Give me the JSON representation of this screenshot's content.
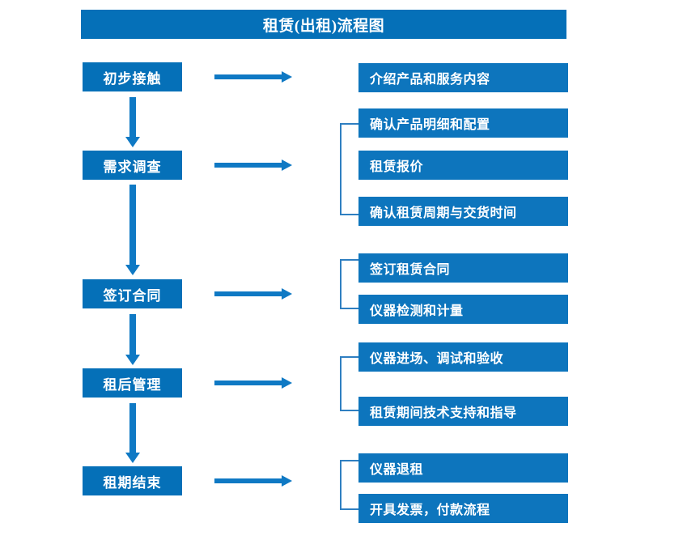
{
  "title": "租赁(出租)流程图",
  "colors": {
    "box_fill": "#0570b8",
    "detail_fill": "#0d75bd",
    "arrow": "#0f79c4",
    "bracket": "#2f7fc1",
    "text": "#ffffff",
    "background": "#ffffff"
  },
  "stages": [
    {
      "label": "初步接触"
    },
    {
      "label": "需求调查"
    },
    {
      "label": "签订合同"
    },
    {
      "label": "租后管理"
    },
    {
      "label": "租期结束"
    }
  ],
  "details": [
    {
      "label": "介绍产品和服务内容"
    },
    {
      "label": "确认产品明细和配置"
    },
    {
      "label": "租赁报价"
    },
    {
      "label": "确认租赁周期与交货时间"
    },
    {
      "label": "签订租赁合同"
    },
    {
      "label": "仪器检测和计量"
    },
    {
      "label": "仪器进场、调试和验收"
    },
    {
      "label": "租赁期间技术支持和指导"
    },
    {
      "label": "仪器退租"
    },
    {
      "label": "开具发票，付款流程"
    }
  ],
  "groups": [
    {
      "stage": "初步接触",
      "details": [
        "介绍产品和服务内容"
      ]
    },
    {
      "stage": "需求调查",
      "details": [
        "确认产品明细和配置",
        "租赁报价",
        "确认租赁周期与交货时间"
      ]
    },
    {
      "stage": "签订合同",
      "details": [
        "签订租赁合同",
        "仪器检测和计量"
      ]
    },
    {
      "stage": "租后管理",
      "details": [
        "仪器进场、调试和验收",
        "租赁期间技术支持和指导"
      ]
    },
    {
      "stage": "租期结束",
      "details": [
        "仪器退租",
        "开具发票，付款流程"
      ]
    }
  ]
}
